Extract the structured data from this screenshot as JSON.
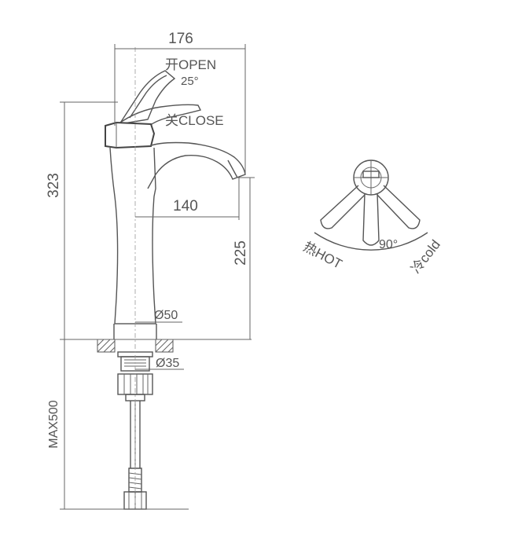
{
  "dimensions": {
    "handle_reach": "176",
    "body_height": "323",
    "spout_reach": "140",
    "spout_height": "225",
    "body_diameter": "Ø50",
    "thread_diameter": "Ø35",
    "hose_length": "MAX500"
  },
  "handle": {
    "open_label": "开OPEN",
    "open_angle": "25°",
    "close_label": "关CLOSE"
  },
  "rotation": {
    "angle": "90°",
    "hot_label": "热HOT",
    "cold_label": "冷cold"
  }
}
